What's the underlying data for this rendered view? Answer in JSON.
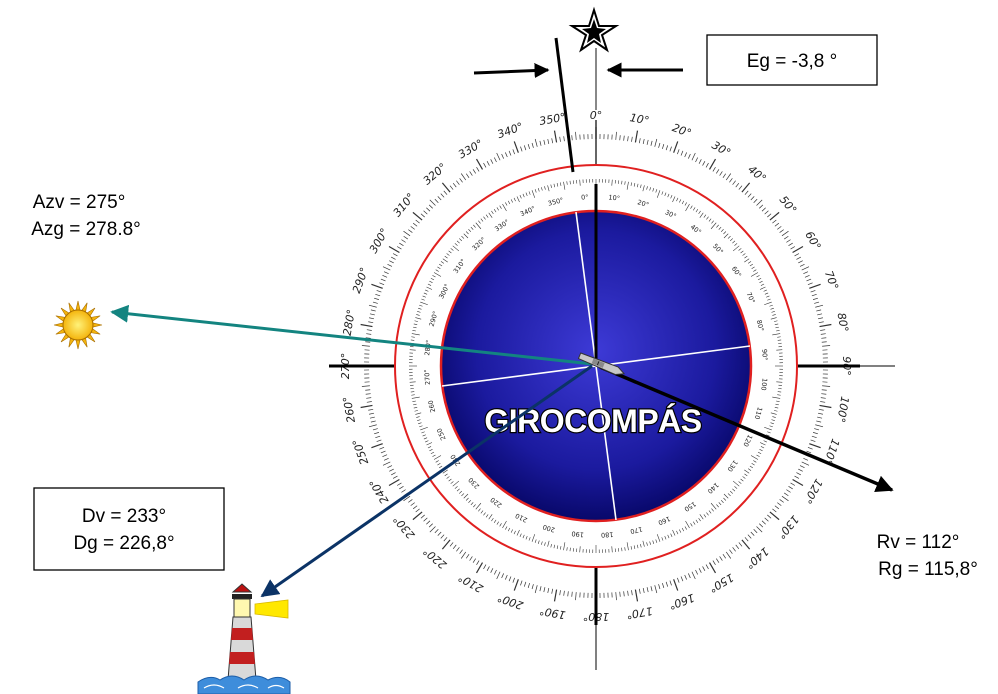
{
  "compass": {
    "title": "GIROCOMPÁS",
    "outer_scale_labels": [
      "0°",
      "10°",
      "20°",
      "30°",
      "40°",
      "50°",
      "60°",
      "70°",
      "80°",
      "90°",
      "100°",
      "110°",
      "120°",
      "130°",
      "140°",
      "150°",
      "160°",
      "170°",
      "180°",
      "190°",
      "200°",
      "210°",
      "220°",
      "230°",
      "240°",
      "250°",
      "260°",
      "270°",
      "280°",
      "290°",
      "300°",
      "310°",
      "320°",
      "330°",
      "340°",
      "350°"
    ],
    "inner_scale_labels": [
      "0°",
      "10°",
      "20°",
      "30°",
      "40°",
      "50°",
      "60°",
      "70°",
      "80°",
      "90°",
      "100",
      "110",
      "120",
      "130",
      "140",
      "150",
      "160",
      "170",
      "180",
      "190",
      "200",
      "210",
      "220",
      "230",
      "240",
      "250",
      "260",
      "270°",
      "280°",
      "290°",
      "300°",
      "310°",
      "320°",
      "330°",
      "340°",
      "350°"
    ],
    "colors": {
      "face_center": "#3d3ad6",
      "face_edge": "#08086a",
      "ring": "#e02020"
    }
  },
  "labels": {
    "error": "Eg = -3,8 °",
    "azimuth_true": "Azv = 275°",
    "azimuth_gyro": "Azg = 278.8°",
    "bearing_true": "Dv = 233°",
    "bearing_gyro": "Dg = 226,8°",
    "course_true": "Rv = 112°",
    "course_gyro": "Rg = 115,8°"
  },
  "icons": [
    "star-icon",
    "sun-icon",
    "lighthouse-icon",
    "ship-icon"
  ],
  "arrow_colors": {
    "sun": "#138480",
    "lighthouse": "#0b3366",
    "course": "#000000"
  }
}
